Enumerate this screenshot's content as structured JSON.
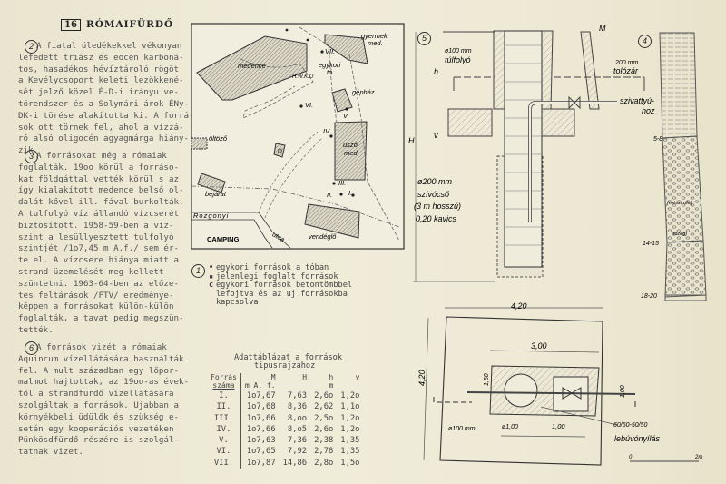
{
  "header": {
    "number": "16",
    "title": "RÓMAIFÜRDŐ"
  },
  "paragraphs": [
    {
      "marker": "2",
      "lines": [
        "A fiatal üledékekkel vékonyan",
        "lefedett triász és eocén karboná-",
        "tos, hasadékos hévíztároló rögöt",
        "a Kevélycsoport keleti lezökkené-",
        "sét jelző közel É-D-i irányu ve-",
        "törendszer és a Solymári árok ÉNy-",
        "DK-i törése alakította ki. A forrá-",
        "sok ott törnek fel, ahol a vízzá-",
        "ró alsó oligocén agyagmárga hiány-",
        "zik."
      ]
    },
    {
      "marker": "3",
      "lines": [
        "A forrásokat még a rómaiak",
        "foglalták. 19oo körül a forráso-",
        "kat földgáttal vették körül s az",
        "így kialakított medence belső ol-",
        "dalát kővel ill. fával burkolták.",
        "A tulfolyó víz állandó vízcserét",
        "biztosított. 1958-59-ben a víz-",
        "szint a lesüllyesztett tulfolyó",
        "szintjét /1o7,45 m A.f./ sem ér-",
        "te el. A vízcsere hiánya miatt a",
        "strand üzemelését meg kellett",
        "szüntetni. 1963-64-ben az előze-",
        "tes feltárások /FTV/ eredménye-",
        "képpen a forrásokat külön-külön",
        "foglalták, a tavat pedig megszün-",
        "tették."
      ]
    },
    {
      "marker": "6",
      "lines": [
        "A források vizét a rómaiak",
        "Aquincum vízellátására használták",
        "fel. A mult században egy lőpor-",
        "malmot hajtottak, az 19oo-as évek-",
        "től a strandfürdő vízellátására",
        "szolgáltak a források. Ujabban a",
        "környékbeli üdülők és szükség e-",
        "setén egy kooperációs vezetéken",
        "Pünkösdfürdő részére is szolgál-",
        "tatnak vizet."
      ]
    }
  ],
  "map": {
    "labels": {
      "medence": "medence",
      "gyermek": "gyermek",
      "gyermek_med": "med.",
      "vii": "VII.",
      "egykori": "egykori",
      "to1": "tó",
      "hwko": "H.W.K.O",
      "gephaz": "gépház",
      "vi": "VI.",
      "v": "V.",
      "oltozo": "öltöző",
      "to2": "tó",
      "uszo": "uszó",
      "uszo_med": "med.",
      "iv": "IV.",
      "iii": "III.",
      "ii": "II.",
      "i": "I.",
      "bejarat": "bejárat",
      "rozgonyi": "Rozgonyi",
      "utca": "utca",
      "camping": "CAMPING",
      "vendeglo": "vendéglő"
    }
  },
  "legend": {
    "marker": "1",
    "items": [
      {
        "symbol": "•",
        "text": "egykori források a tóban"
      },
      {
        "symbol": "▪",
        "text": "jelenlegi foglalt források"
      },
      {
        "symbol": "c",
        "text": "egykori források betontömbbel"
      },
      {
        "symbol": "",
        "text": "lefojtva és az uj forrásokba"
      },
      {
        "symbol": "",
        "text": "kapcsolva"
      }
    ]
  },
  "table": {
    "title_line1": "Adattáblázat a források",
    "title_line2": "tipusrajzához",
    "headers_row1": [
      "Forrás",
      "M",
      "H",
      "h",
      "v"
    ],
    "headers_row2": [
      "száma",
      "m A. f.",
      "",
      "m",
      ""
    ],
    "rows": [
      [
        "I.",
        "1o7,67",
        "7,63",
        "2,6o",
        "1,2o"
      ],
      [
        "II.",
        "1o7,68",
        "8,36",
        "2,62",
        "1,1o"
      ],
      [
        "III.",
        "1o7,66",
        "8,oo",
        "2,5o",
        "1,2o"
      ],
      [
        "IV.",
        "1o7,66",
        "8,o5",
        "2,6o",
        "1,2o"
      ],
      [
        "V.",
        "1o7,63",
        "7,36",
        "2,38",
        "1,35"
      ],
      [
        "VI.",
        "1o7,65",
        "7,92",
        "2,78",
        "1,35"
      ],
      [
        "VII.",
        "1o7,87",
        "14,86",
        "2,8o",
        "1,5o"
      ]
    ]
  },
  "section": {
    "marker": "5",
    "m": "M",
    "pipe_out": "ø100 mm",
    "overflow": "túlfolyó",
    "h": "h",
    "valve_size": "200 mm",
    "valve": "tolózár",
    "pump1": "szivattyú-",
    "pump2": "hoz",
    "v": "v",
    "H": "H",
    "suction_size": "ø200 mm",
    "suction": "szívócső",
    "suction_len": "(3 m hosszú)",
    "gravel": "0,20 kavics",
    "width": "4,20"
  },
  "column": {
    "marker": "4",
    "d1": "5-8",
    "d2": "14-15",
    "d3": "18-20",
    "layer1": "(mészt ufa)",
    "layer2": "(tőzeg)"
  },
  "plan": {
    "width": "4,20",
    "height": "4,20",
    "inner_width": "3,00",
    "inner_height": "1,50",
    "box_height": "1,00",
    "pipe": "ø100 mm",
    "well": "ø1,00",
    "dist": "1,00",
    "hatch_size": "60/60-50/50",
    "hatch": "lebúvónyílás",
    "scale0": "0",
    "scale2": "2m"
  }
}
